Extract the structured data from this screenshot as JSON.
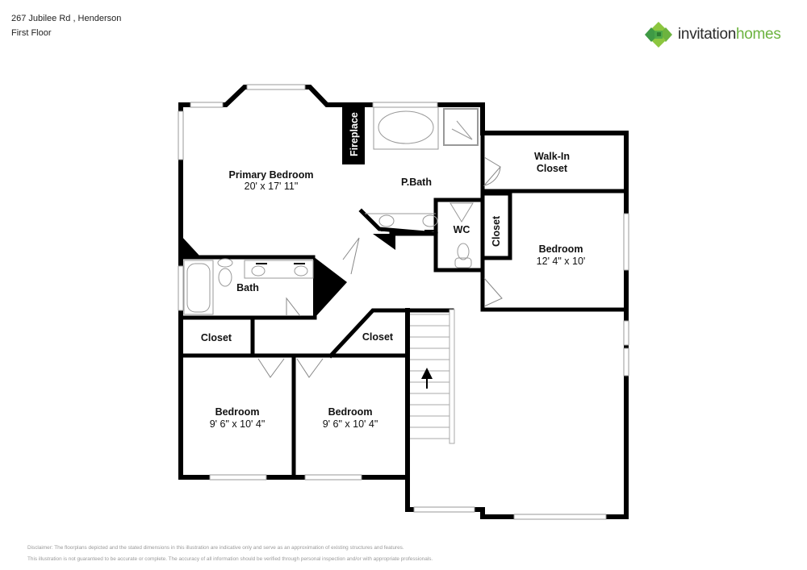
{
  "header": {
    "address": "267 Jubilee Rd , Henderson",
    "floor": "First Floor"
  },
  "logo": {
    "word1": "invitation",
    "word2": "homes",
    "icon": "clover-diamond-logo-icon",
    "colors": {
      "dark": "#2b2b2b",
      "green": "#6cb33f",
      "mid_green": "#3f9a45",
      "light_green": "#8cc63f"
    }
  },
  "rooms": {
    "primary_bedroom": {
      "name": "Primary Bedroom",
      "dims": "20' x 17' 11\""
    },
    "fireplace": {
      "name": "Fireplace"
    },
    "pbath": {
      "name": "P.Bath"
    },
    "walkin_closet": {
      "line1": "Walk-In",
      "line2": "Closet"
    },
    "wc": {
      "name": "WC"
    },
    "closet_vertical": {
      "name": "Closet"
    },
    "bedroom_right": {
      "name": "Bedroom",
      "dims": "12' 4\" x 10'"
    },
    "bath": {
      "name": "Bath"
    },
    "closet_left": {
      "name": "Closet"
    },
    "closet_mid": {
      "name": "Closet"
    },
    "bedroom_left": {
      "name": "Bedroom",
      "dims": "9' 6\" x 10' 4\""
    },
    "bedroom_mid": {
      "name": "Bedroom",
      "dims": "9' 6\" x 10' 4\""
    }
  },
  "stairs": {
    "direction": "up",
    "icon": "stairs-up-arrow-icon"
  },
  "disclaimer": {
    "line1": "Disclaimer: The floorplans depicted and the stated dimensions in this illustration are indicative only and serve as an approximation of existing structures and features.",
    "line2": "This illustration is not guaranteed to be accurate or complete. The accuracy of all information should be verified through personal inspection and/or with appropriate professionals."
  }
}
